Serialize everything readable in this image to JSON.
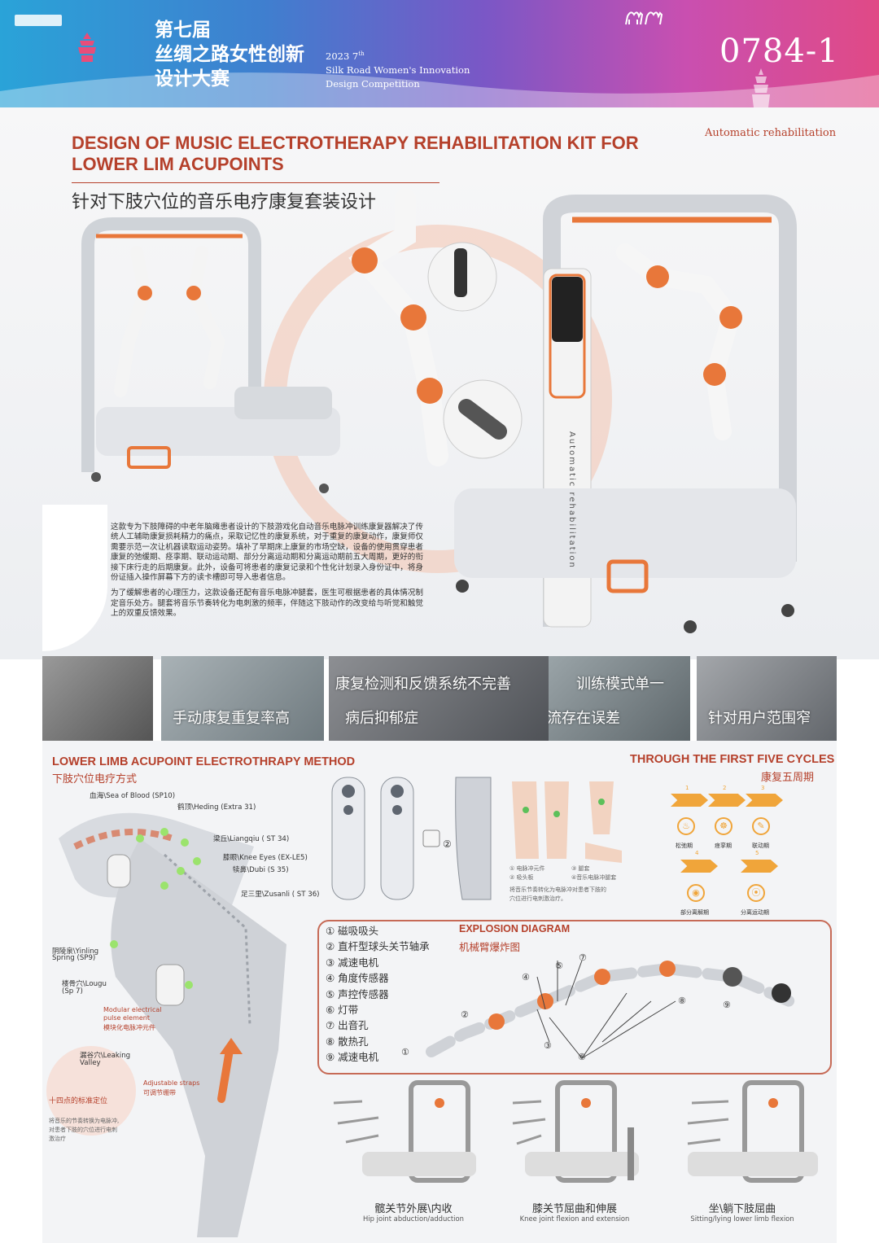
{
  "header": {
    "cn_title_lines": [
      "第七届",
      "丝绸之路女性创新",
      "设计大赛"
    ],
    "en_year": "2023 7",
    "en_year_sup": "th",
    "en_line2": "Silk Road Women's Innovation",
    "en_line3": "Design Competition",
    "entry_code": "0784-1"
  },
  "hero": {
    "title_en_line1": "DESIGN OF MUSIC ELECTROTHERAPY REHABILITATION  KIT FOR",
    "title_en_line2": "LOWER LIM ACUPOINTS",
    "title_cn": "针对下肢穴位的音乐电疗康复套装设计",
    "top_right_label": "Automatic rehabilitation",
    "machine_side_text": "Automatic rehabilitation",
    "description_p1": "这款专为下肢障碍的中老年脑瘫患者设计的下肢游戏化自动音乐电脉冲训练康复器解决了传统人工辅助康复损耗精力的痛点，采取记忆性的康复系统，对于重复的康复动作，康复师仅需要示范一次让机器读取运动姿势。填补了早期床上康复的市场空缺，设备的使用贯穿患者康复的弛缓期、痉挛期、联动运动期、部分分离运动期和分离运动期前五大周期，更好的衔接下床行走的后期康复。此外，设备可将患者的康复记录和个性化计划录入身份证中，将身份证插入操作屏幕下方的读卡槽即可导入患者信息。",
    "description_p2": "为了缓解患者的心理压力，这款设备还配有音乐电脉冲腿套，医生可根据患者的具体情况制定音乐处方。腿套将音乐节奏转化为电刺激的频率，伴随这下肢动作的改变给与听觉和触觉上的双重反馈效果。"
  },
  "problems": [
    {
      "caption": "手动康复重复率高"
    },
    {
      "caption": "康复检测和反馈系统不完善"
    },
    {
      "caption": "病后抑郁症"
    },
    {
      "caption": "信息交流存在误差"
    },
    {
      "caption": "训练模式单一"
    },
    {
      "caption": "针对用户范围窄"
    }
  ],
  "acupoint": {
    "title_en": "LOWER LIMB ACUPOINT ELECTROTHRAPY METHOD",
    "title_cn": "下肢穴位电疗方式",
    "points": [
      {
        "label": "血海\\Sea of Blood (SP10)"
      },
      {
        "label": "鹤顶\\Heding (Extra 31)"
      },
      {
        "label": "梁丘\\Liangqiu ( ST 34)"
      },
      {
        "label": "膝眼\\Knee Eyes (EX-LE5)"
      },
      {
        "label": "犊鼻\\Dubi (S 35)"
      },
      {
        "label": "足三里\\Zusanli ( ST 36)"
      },
      {
        "label": "阴陵泉\\Yinling"
      },
      {
        "label": "Spring (SP9)"
      },
      {
        "label": "楼骨穴\\Lougu"
      },
      {
        "label": "(Sp 7)"
      },
      {
        "label": "漏谷穴\\Leaking"
      },
      {
        "label": "Valley"
      }
    ],
    "modular_en_1": "Modular electrical",
    "modular_en_2": "pulse element",
    "modular_cn": "模块化电脉冲元件",
    "straps_en": "Adjustable straps",
    "straps_cn": "可调节绷带",
    "standard_cn": "十四点的标准定位",
    "standard_desc_1": "将音乐的节奏转换为电脉冲,",
    "standard_desc_2": "对患者下肢的穴位进行电刺",
    "standard_desc_3": "激治疗",
    "component_num": "②",
    "legend_1": "①  电脉冲元件",
    "legend_2": "②  吸头板",
    "legend_3": "③  腿套",
    "legend_4": "④音乐电脉冲腿套",
    "legend_note_1": "将音乐节奏转化为电脉冲对患者下肢的",
    "legend_note_2": "穴位进行电刺激治疗。"
  },
  "cycles": {
    "title_en": "THROUGH THE FIRST FIVE CYCLES",
    "title_cn": "康复五周期",
    "steps": [
      {
        "num": "1",
        "label": "松弛期",
        "icon": "leg-icon"
      },
      {
        "num": "2",
        "label": "痉挛期",
        "icon": "muscle-icon"
      },
      {
        "num": "3",
        "label": "联动期",
        "icon": "link-icon"
      },
      {
        "num": "4",
        "label": "部分离解期",
        "icon": "eye-icon"
      },
      {
        "num": "5",
        "label": "分离运动期",
        "icon": "footprint-icon"
      }
    ]
  },
  "explosion": {
    "title_en": "EXPLOSION DIAGRAM",
    "title_cn": "机械臂爆炸图",
    "parts": [
      "① 磁吸吸头",
      "② 直杆型球头关节轴承",
      "③ 减速电机",
      "④ 角度传感器",
      "⑤ 声控传感器",
      "⑥ 灯带",
      "⑦ 出音孔",
      "⑧ 散热孔",
      "⑨ 减速电机"
    ],
    "callouts": [
      "①",
      "②",
      "③",
      "④",
      "⑤",
      "⑥",
      "⑦",
      "⑧",
      "⑨"
    ]
  },
  "modes": [
    {
      "cn": "髋关节外展\\内收",
      "en": "Hip joint abduction/adduction"
    },
    {
      "cn": "膝关节屈曲和伸展",
      "en": "Knee joint flexion and extension"
    },
    {
      "cn": "坐\\躺下肢屈曲",
      "en": "Sitting/lying lower limb flexion"
    }
  ],
  "colors": {
    "accent": "#b5402b",
    "orange": "#e8773a",
    "cycle": "#f0a53a"
  }
}
